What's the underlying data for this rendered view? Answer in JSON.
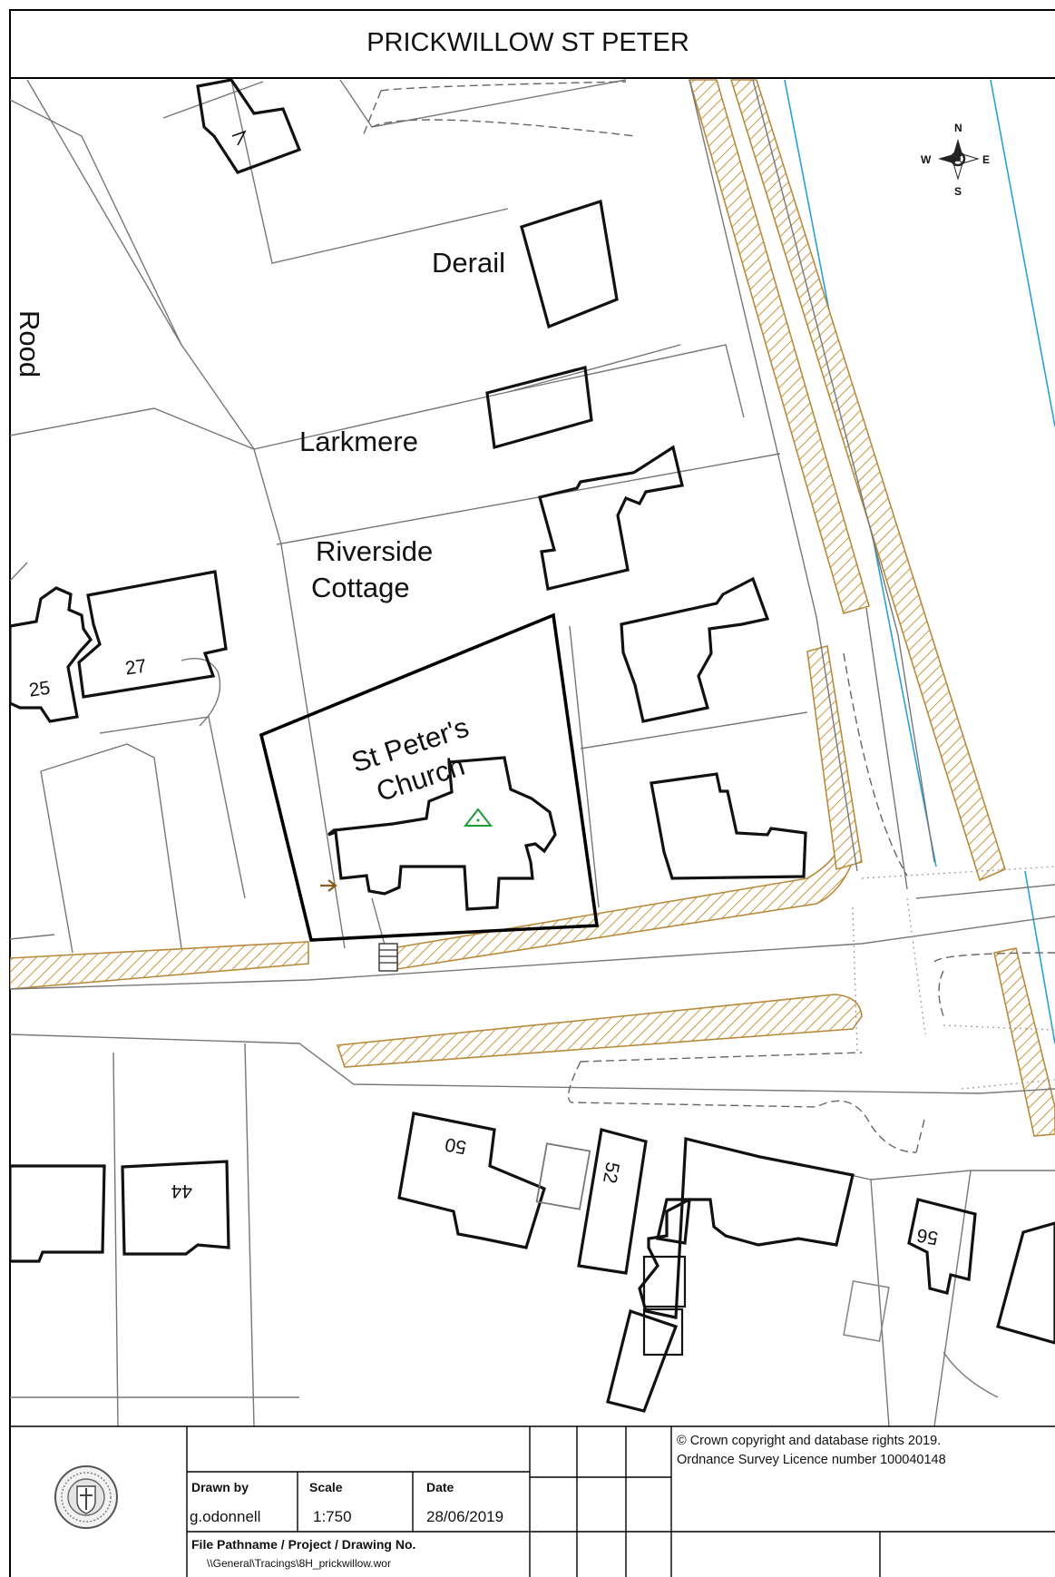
{
  "title": "PRICKWILLOW ST PETER",
  "labels": {
    "derail": "Derail",
    "larkmere": "Larkmere",
    "riverside_1": "Riverside",
    "riverside_2": "Cottage",
    "church_1": "St Peter's",
    "church_2": "Church",
    "partial_road": "Rood"
  },
  "house_numbers": {
    "n25": "25",
    "n27": "27",
    "n44": "44",
    "n50": "50",
    "n52": "52",
    "n56": "56"
  },
  "compass": {
    "n": "N",
    "e": "E",
    "s": "S",
    "w": "W"
  },
  "title_block": {
    "copyright_1": "© Crown copyright and database rights 2019.",
    "copyright_2": "Ordnance Survey Licence number 100040148",
    "drawn_by_label": "Drawn by",
    "drawn_by": "g.odonnell",
    "scale_label": "Scale",
    "scale": "1:750",
    "date_label": "Date",
    "date": "28/06/2019",
    "file_label": "File Pathname / Project / Drawing No.",
    "file_path": "\\\\General\\Tracings\\8H_prickwillow.wor"
  },
  "colors": {
    "river_line": "#2a9fd8",
    "hatch": "#c9963e",
    "marker_green": "#1a9a3a",
    "arrow_brown": "#8a5a1a"
  }
}
